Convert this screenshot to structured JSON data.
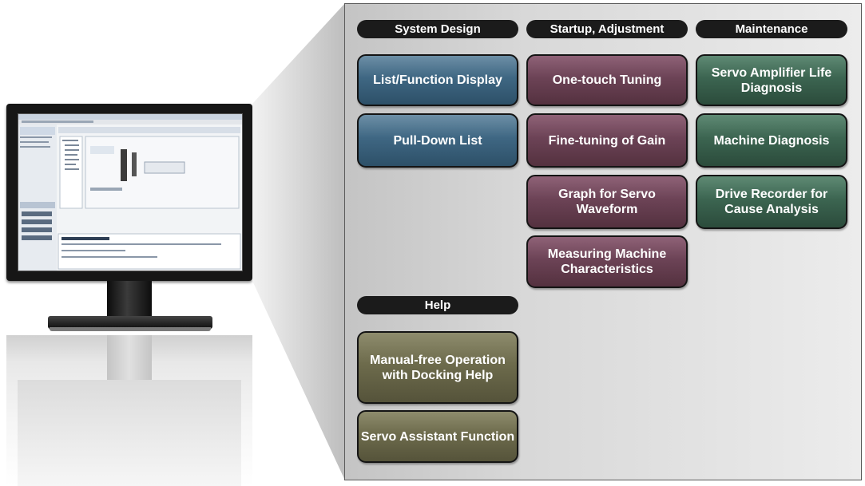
{
  "columns": [
    {
      "header": "System Design",
      "color": "#3f6783",
      "items": [
        "List/Function Display",
        "Pull-Down List"
      ]
    },
    {
      "header": "Startup, Adjustment",
      "color": "#6c4356",
      "items": [
        "One-touch Tuning",
        "Fine-tuning of Gain",
        "Graph for Servo Waveform",
        "Measuring Machine Characteristics"
      ]
    },
    {
      "header": "Maintenance",
      "color": "#3c6551",
      "items": [
        "Servo Amplifier Life Diagnosis",
        "Machine Diagnosis",
        "Drive Recorder for Cause Analysis"
      ]
    },
    {
      "header": "Help",
      "color": "#6d6b4c",
      "items": [
        "Manual-free Operation\nwith Docking Help",
        "Servo Assistant Function"
      ]
    }
  ]
}
